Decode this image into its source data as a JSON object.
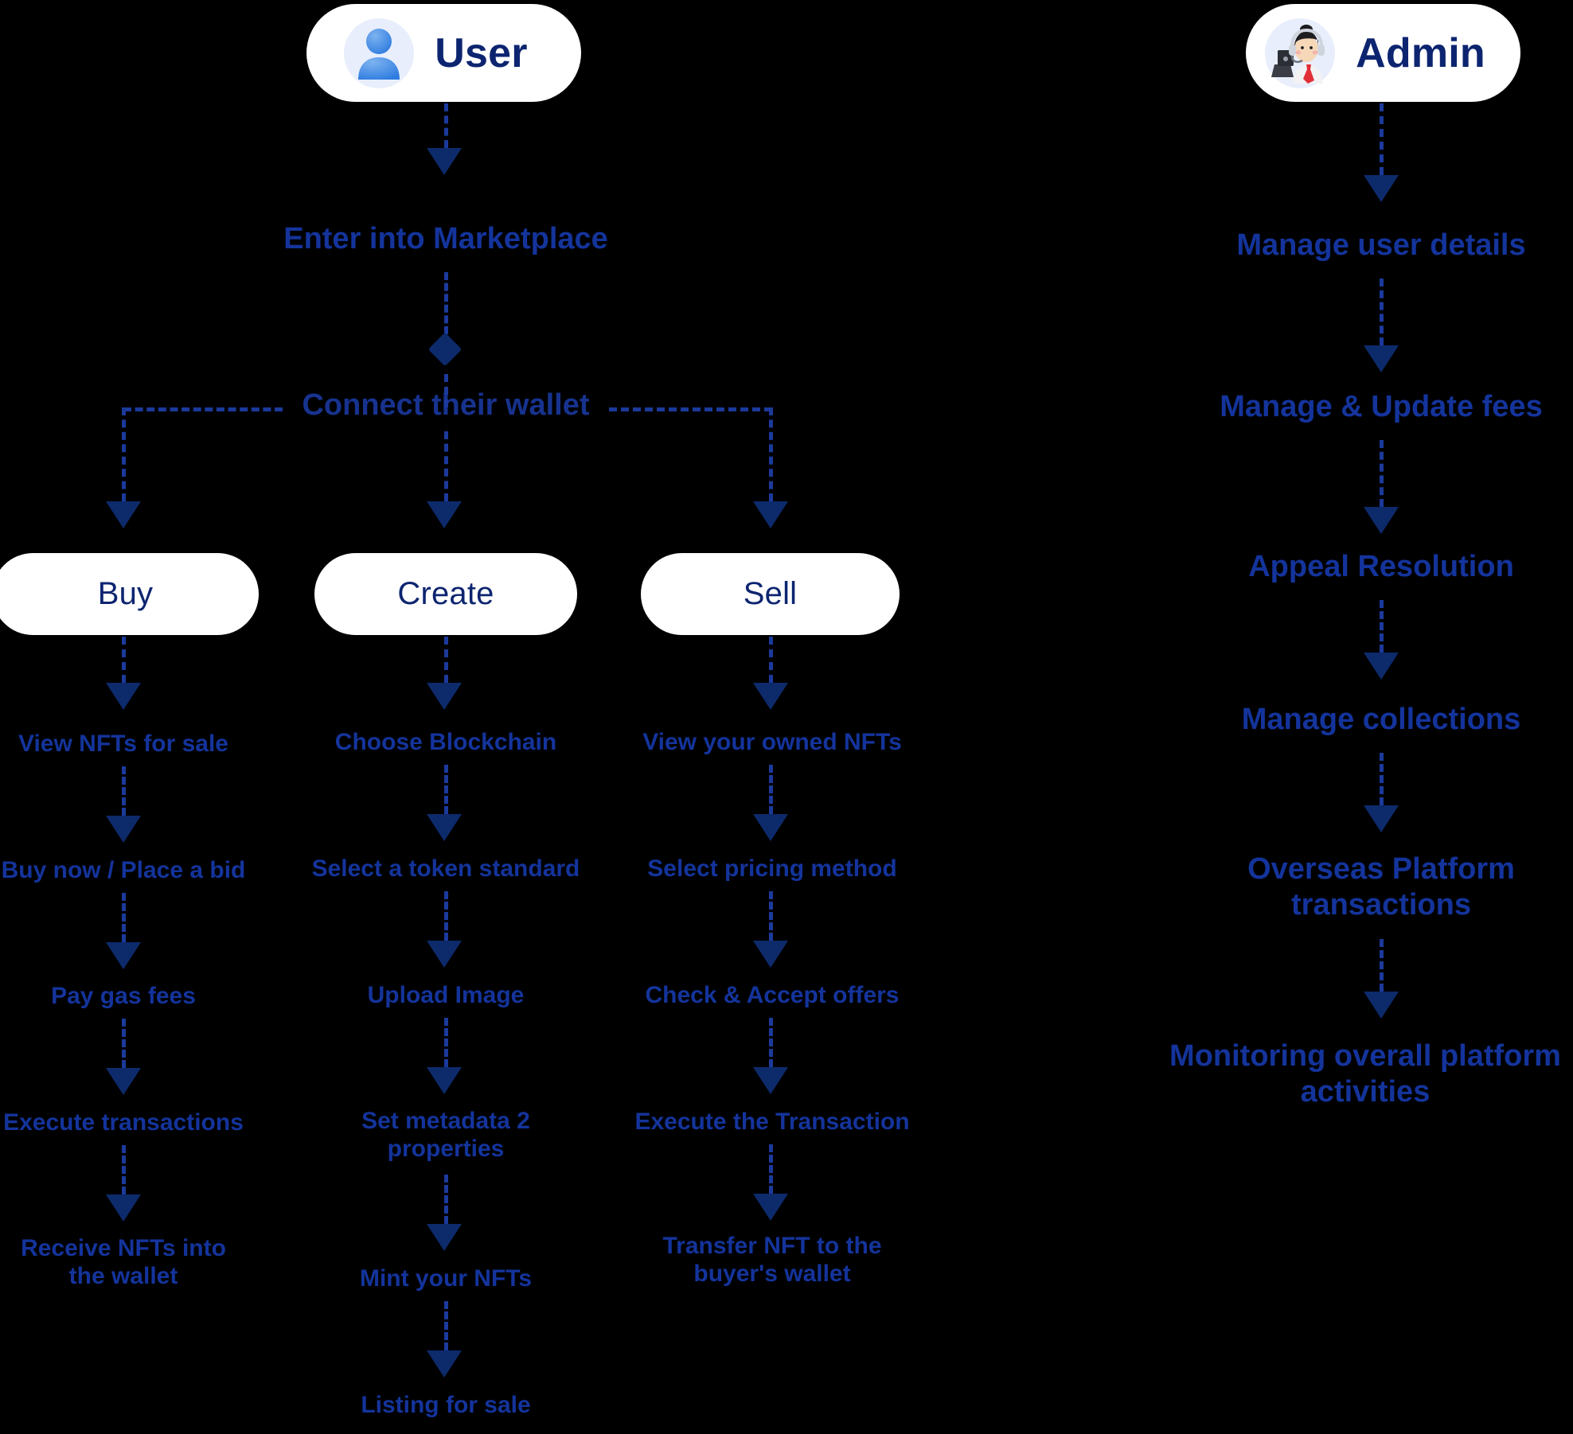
{
  "diagram": {
    "title": "NFT Marketplace User & Admin Flow",
    "background_color": "#000000",
    "node_fill": "#ffffff",
    "node_text_color": "#0d2570",
    "step_text_color": "#14349c",
    "connector_color": "#1b3a9c",
    "arrow_color": "#0d2a6b"
  },
  "actors": {
    "user": {
      "label": "User",
      "icon": "user-avatar-icon"
    },
    "admin": {
      "label": "Admin",
      "icon": "admin-support-agent-icon"
    }
  },
  "user_flow": {
    "entry_label": "Enter into Marketplace",
    "decision_label": "Connect their wallet",
    "branches": [
      {
        "id": "buy",
        "label": "Buy",
        "steps": [
          "View NFTs for sale",
          "Buy now / Place a bid",
          "Pay gas fees",
          "Execute transactions",
          "Receive NFTs into\nthe wallet"
        ]
      },
      {
        "id": "create",
        "label": "Create",
        "steps": [
          "Choose Blockchain",
          "Select a token standard",
          "Upload Image",
          "Set metadata 2\nproperties",
          "Mint your NFTs",
          "Listing for sale"
        ]
      },
      {
        "id": "sell",
        "label": "Sell",
        "steps": [
          "View your owned NFTs",
          "Select pricing method",
          "Check & Accept offers",
          "Execute the Transaction",
          "Transfer NFT to the\nbuyer's wallet"
        ]
      }
    ]
  },
  "admin_flow": {
    "steps": [
      "Manage user details",
      "Manage & Update fees",
      "Appeal Resolution",
      "Manage collections",
      "Overseas Platform\ntransactions",
      "Monitoring overall platform\nactivities"
    ]
  }
}
